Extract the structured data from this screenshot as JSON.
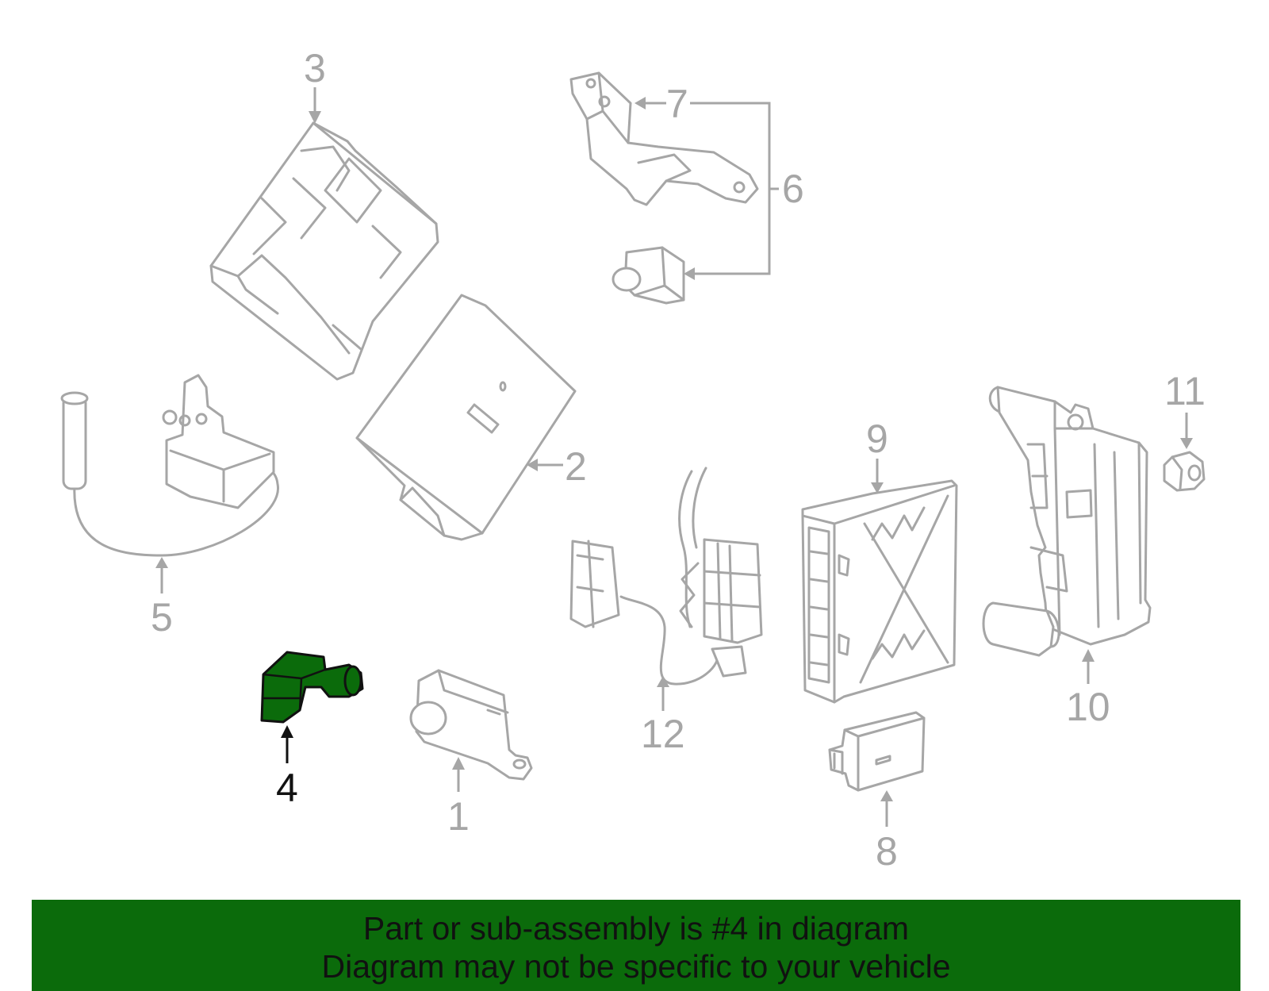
{
  "diagram": {
    "callouts": [
      {
        "id": "1",
        "label": "1"
      },
      {
        "id": "2",
        "label": "2"
      },
      {
        "id": "3",
        "label": "3"
      },
      {
        "id": "4",
        "label": "4"
      },
      {
        "id": "5",
        "label": "5"
      },
      {
        "id": "6",
        "label": "6"
      },
      {
        "id": "7",
        "label": "7"
      },
      {
        "id": "8",
        "label": "8"
      },
      {
        "id": "9",
        "label": "9"
      },
      {
        "id": "10",
        "label": "10"
      },
      {
        "id": "11",
        "label": "11"
      },
      {
        "id": "12",
        "label": "12"
      }
    ],
    "highlighted_part": "4",
    "highlight_color": "#0b6b0b",
    "line_color": "#a6a6a6"
  },
  "banner": {
    "line1": "Part or sub-assembly is #4 in diagram",
    "line2": "Diagram may not be specific to your vehicle",
    "background": "#0b6b0b"
  }
}
